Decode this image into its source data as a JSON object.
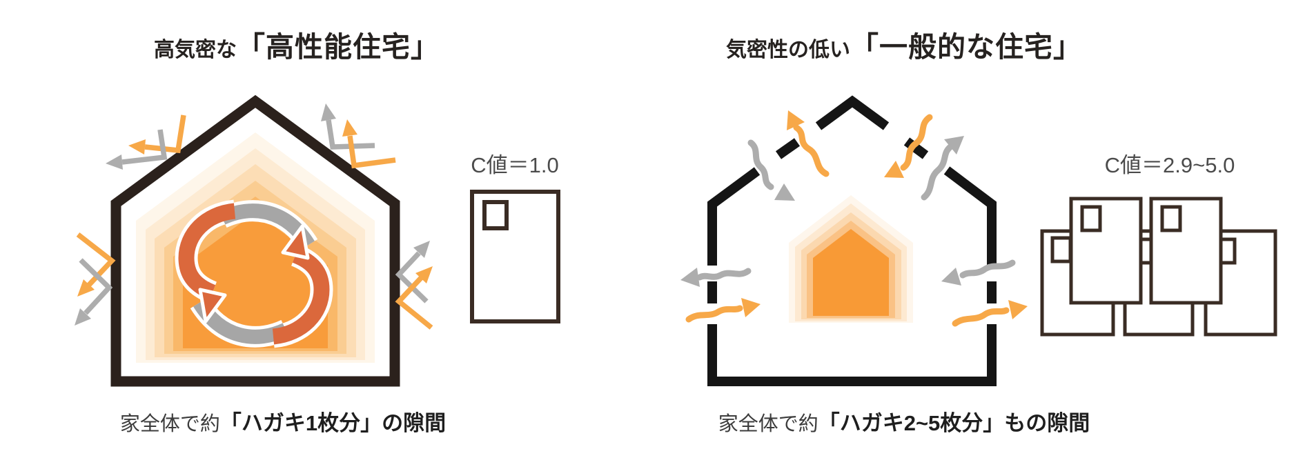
{
  "left_panel": {
    "title_prefix": "高気密な",
    "title_main": "「高性能住宅」",
    "c_value": "C値＝1.0",
    "caption_prefix": "家全体で約",
    "caption_emphasis": "「ハガキ1枚分」",
    "caption_suffix": "の隙間"
  },
  "right_panel": {
    "title_prefix": "気密性の低い",
    "title_main": "「一般的な住宅」",
    "c_value": "C値＝2.9~5.0",
    "caption_prefix": "家全体で約",
    "caption_emphasis": "「ハガキ2~5枚分」",
    "caption_suffix": "もの隙間"
  },
  "icons": {
    "left_house": "airtight-house-outline-icon",
    "right_house": "leaky-house-dashed-outline-icon",
    "circulation": "heat-circulation-cycle-icon",
    "bounce_arrows": "reflected-air-arrow-icon",
    "leak_arrows": "wavy-draft-arrow-icon",
    "postcard": "postcard-with-stamp-icon"
  },
  "colors": {
    "outline_brown": "#2B211C",
    "outline_black": "#151515",
    "postcard_brown": "#3A2C24",
    "arrow_orange": "#F7A848",
    "arrow_gray": "#ADADAD",
    "cycle_orange": "#DB683C",
    "cycle_gray": "#A6A6A6",
    "left_rings": [
      "#FEF6EA",
      "#FDEBD3",
      "#FCDDB5",
      "#FACD92",
      "#F9B869",
      "#F89C3B"
    ],
    "right_rings": [
      "#FEF6EC",
      "#FDE9D1",
      "#FBD8AF",
      "#FAC285",
      "#F89A36"
    ]
  }
}
